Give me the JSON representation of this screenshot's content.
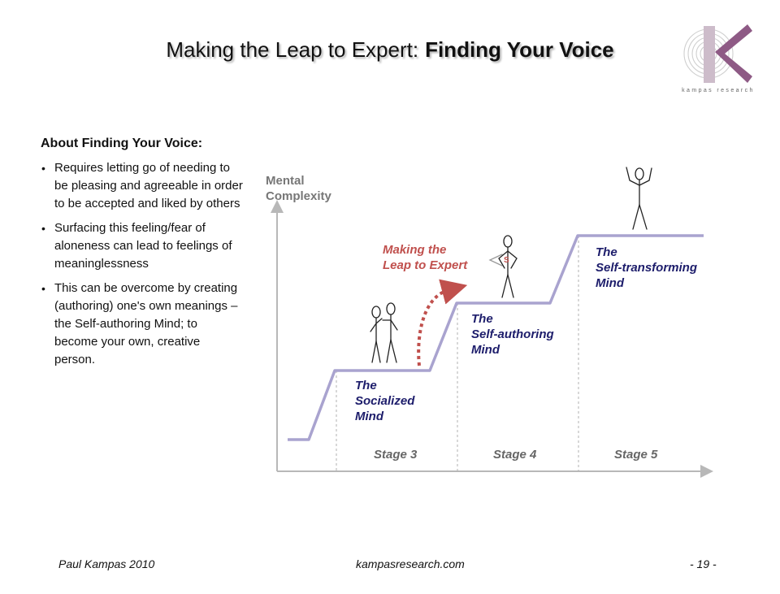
{
  "title": {
    "part1": "Making the Leap to Expert:",
    "part2": "Finding Your Voice"
  },
  "logo": {
    "text": "kampas research",
    "accent_color": "#8e5a85"
  },
  "about": {
    "heading": "About Finding Your Voice:",
    "bullets": [
      "Requires letting go of needing to be pleasing and agreeable in order to be accepted and liked by others",
      "Surfacing this feeling/fear of aloneness can lead to feelings of meaninglessness",
      "This can be overcome by creating (authoring) one's own meanings – the Self-authoring Mind; to become your own, creative person."
    ]
  },
  "diagram": {
    "y_axis_label": [
      "Mental",
      "Complexity"
    ],
    "leap_label": [
      "Making the",
      "Leap to Expert"
    ],
    "stages": [
      {
        "label": "Stage 3",
        "mind": [
          "The",
          "Socialized",
          "Mind"
        ]
      },
      {
        "label": "Stage 4",
        "mind": [
          "The",
          "Self-authoring",
          "Mind"
        ]
      },
      {
        "label": "Stage 5",
        "mind": [
          "The",
          "Self-transforming",
          "Mind"
        ]
      }
    ],
    "badge_letter": "S",
    "colors": {
      "stair": "#a9a3cf",
      "mind_text": "#1d1d6b",
      "leap": "#c0504d",
      "axis": "#b8b8b8"
    }
  },
  "footer": {
    "author": "Paul Kampas  2010",
    "website": "kampasresearch.com",
    "page": "- 19 -"
  }
}
